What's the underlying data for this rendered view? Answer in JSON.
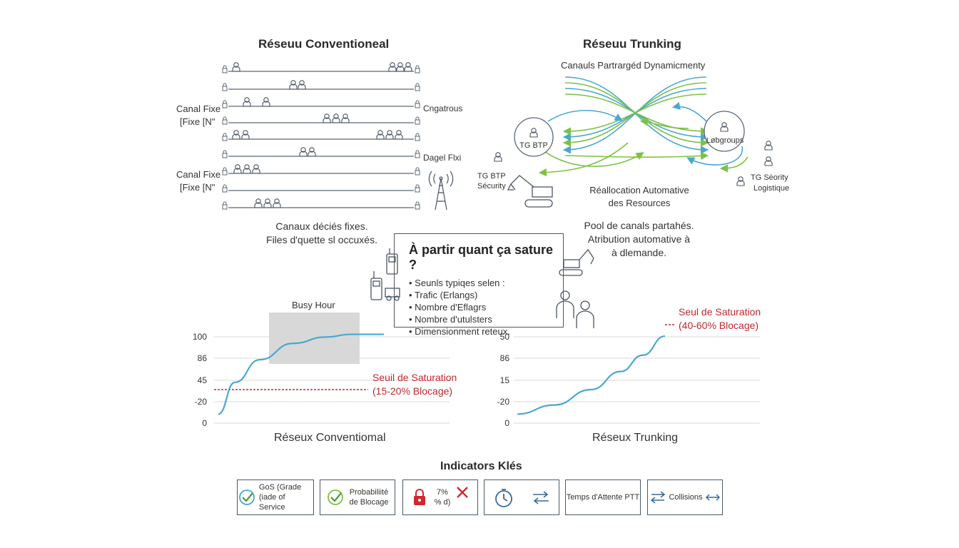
{
  "conventional": {
    "title": "Réseuu Conventioneal",
    "label_left_1": [
      "Canal Fixe",
      "[Fixe [N\""
    ],
    "label_left_2": [
      "Canal Fixe",
      "[Fixe [N\""
    ],
    "label_right_1": "Cngatrous",
    "label_right_2": "Dagel Flxi",
    "caption": [
      "Canaux déciés fixes.",
      "Files d'quette sl occuxés."
    ]
  },
  "trunking": {
    "title": "Réseuu Trunking",
    "subtitle": "Canauls Partrargéd Dynamicmenty",
    "node_left": "TG BTP",
    "node_right": "Løbgroups",
    "label_left": [
      "TG BTP",
      "Sécurity"
    ],
    "label_right": [
      "TG Sėority",
      "Logistique"
    ],
    "realloc": [
      "Réallocation Automative",
      "des Resources"
    ],
    "caption": [
      "Pool de canals partahés.",
      "Atribution automative à",
      "à dlemande."
    ]
  },
  "callout": {
    "title": "À partir quant ça sature ?",
    "intro": "Seunls typiqes selen :",
    "items": [
      "Trafic (Erlangs)",
      "Nombre d'Eflagrs",
      "Nombre d'utulsters",
      "Dimensionment reteux."
    ]
  },
  "chart_data": [
    {
      "type": "line",
      "title": "Réseux Conventiomal",
      "y_ticks": [
        "100",
        "86",
        "45",
        "-20",
        "0"
      ],
      "series": [
        {
          "x": [
            0,
            0.1,
            0.25,
            0.45,
            0.65,
            0.8,
            1.0
          ],
          "y": [
            0.1,
            0.45,
            0.7,
            0.88,
            0.95,
            0.98,
            0.98
          ]
        }
      ],
      "highlight_label": "Busy Hour",
      "threshold_label": [
        "Seuil de Saturation",
        "(15-20% Blocage)"
      ],
      "colors": {
        "line": "#4aa8d0",
        "threshold": "#c0282e",
        "highlight": "#d4d4d4"
      }
    },
    {
      "type": "line",
      "title": "Réseux Trunking",
      "y_ticks": [
        "50",
        "86",
        "15",
        "-20",
        "0"
      ],
      "series": [
        {
          "x": [
            0,
            0.25,
            0.5,
            0.7,
            0.85,
            1.0
          ],
          "y": [
            0.1,
            0.2,
            0.37,
            0.57,
            0.75,
            0.96
          ]
        }
      ],
      "threshold_label": [
        "Seul de Saturation",
        "(40-60% Blocage)"
      ],
      "colors": {
        "line": "#4aa8d0",
        "threshold": "#c0282e"
      }
    }
  ],
  "indicators": {
    "title": "Indicators Klés",
    "items": [
      {
        "icon": "check-icon",
        "text": [
          "GoS (Grade",
          "(iade of Service"
        ]
      },
      {
        "icon": "check-icon",
        "text": [
          "Probabiliité",
          "de Blocage"
        ]
      },
      {
        "icon": "lock-icon",
        "text": [
          "7%",
          "% d)"
        ]
      },
      {
        "icon": "timer-icon",
        "text": []
      },
      {
        "icon": "none",
        "text": [
          "Temps d'Attente PTT"
        ]
      },
      {
        "icon": "swap-icon",
        "text": [
          "Collisions"
        ]
      }
    ]
  }
}
